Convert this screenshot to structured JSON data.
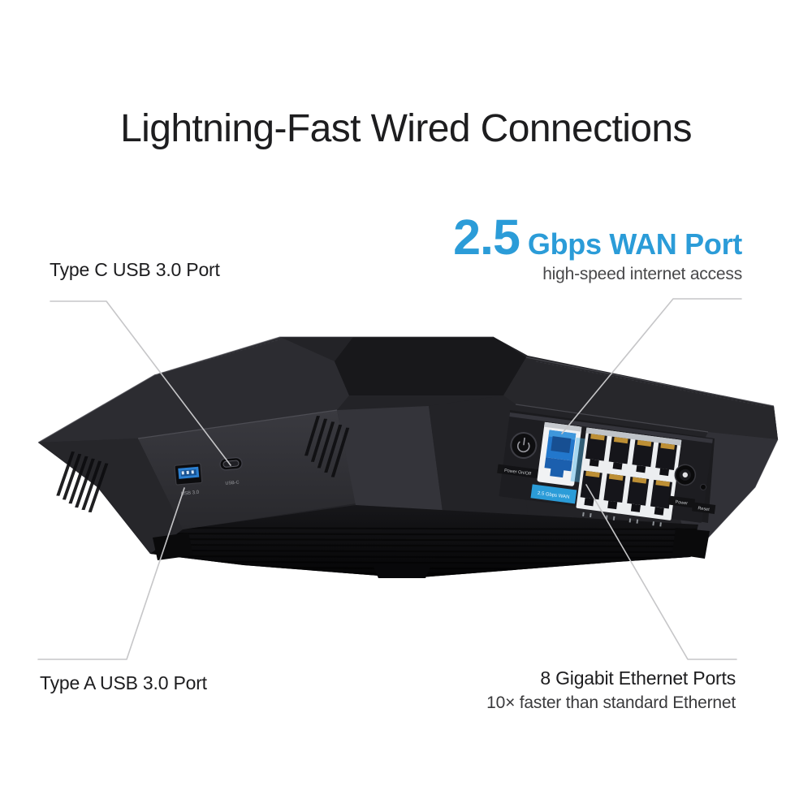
{
  "page": {
    "title": "Lightning-Fast Wired Connections"
  },
  "callouts": {
    "type_c": {
      "label": "Type C USB 3.0 Port"
    },
    "type_a": {
      "label": "Type A USB 3.0 Port"
    },
    "wan": {
      "value": "2.5",
      "unit_label": "Gbps WAN Port",
      "subtitle": "high-speed internet access"
    },
    "ethernet": {
      "label": "8 Gigabit Ethernet Ports",
      "subtitle": "10× faster than standard Ethernet"
    }
  },
  "device": {
    "labels": {
      "usb_a": "USB 3.0",
      "usb_c": "USB-C",
      "power_switch": "Power On/Off",
      "wan_port": "2.5 Gbps WAN",
      "power_jack": "Power",
      "reset": "Reset"
    }
  },
  "colors": {
    "accent_blue": "#2B9CD8",
    "wan_jack_blue": "#2277CC",
    "heading_text": "#1D1D1F",
    "body_text": "#48484A",
    "leader_line": "#C6C6C8",
    "device_body": "#26262A",
    "background": "#FFFFFF"
  }
}
